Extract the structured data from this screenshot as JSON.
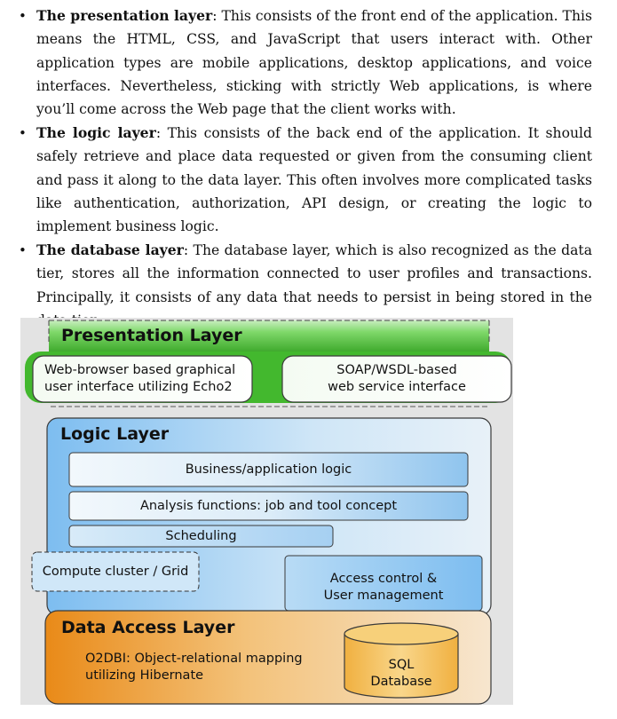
{
  "bullets": [
    {
      "term": "The presentation layer",
      "text": ": This consists of the front end of the application. This means the HTML, CSS, and JavaScript that users interact with. Other application types are mobile applications, desktop applications, and voice interfaces. Nevertheless, sticking with strictly Web applications, is where you’ll come across the Web page that the client works with."
    },
    {
      "term": "The logic layer",
      "text": ": This consists of the back end of the application. It should safely retrieve and place data requested or given from the consuming client and pass it along to the data layer. This often involves more complicated tasks like authentication, authorization, API design, or creating the logic to implement business logic."
    },
    {
      "term": "The database layer",
      "text": ": The database layer, which is also recognized as the data tier, stores all the information connected to user profiles and transactions. Principally, it consists of any data that needs to persist in being stored in the data tier."
    }
  ],
  "diagram": {
    "presentation": {
      "title": "Presentation Layer",
      "box1_line1": "Web-browser based graphical",
      "box1_line2": "user interface utilizing Echo2",
      "box2_line1": "SOAP/WSDL-based",
      "box2_line2": "web service interface"
    },
    "logic": {
      "title": "Logic Layer",
      "business": "Business/application logic",
      "analysis": "Analysis functions: job and tool concept",
      "scheduling": "Scheduling",
      "compute": "Compute cluster / Grid",
      "access_line1": "Access control &",
      "access_line2": "User management"
    },
    "data": {
      "title": "Data Access Layer",
      "o2dbi_line1": "O2DBI: Object-relational mapping",
      "o2dbi_line2": "utilizing Hibernate",
      "sql_line1": "SQL",
      "sql_line2": "Database"
    }
  },
  "colors": {
    "presentation_green": "#3fbf2a",
    "logic_blue": "#8ec6ef",
    "data_orange": "#f0a030"
  }
}
